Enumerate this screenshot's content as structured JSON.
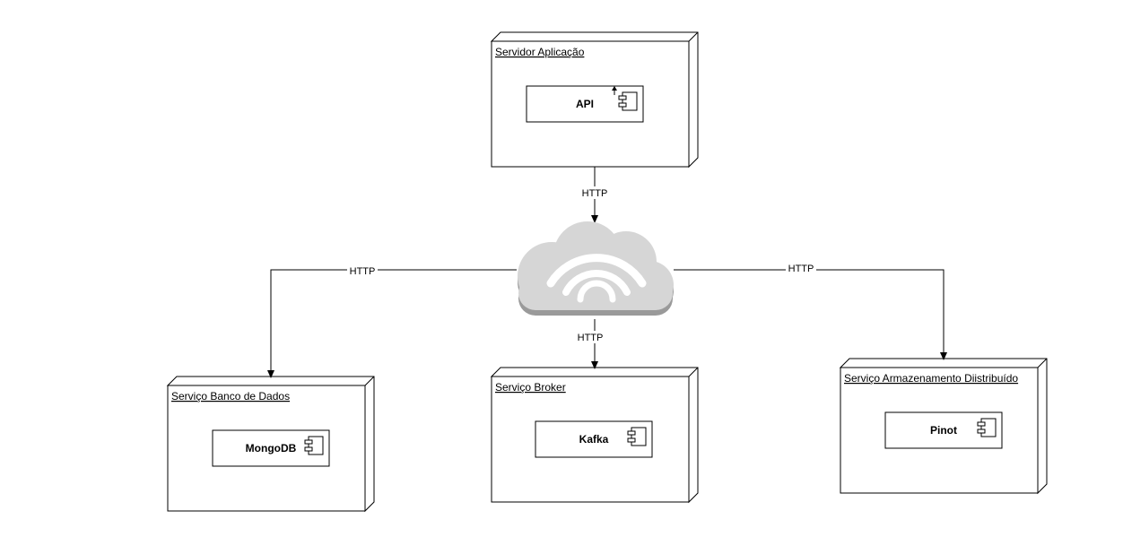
{
  "nodes": {
    "app_server": {
      "title": "Servidor Aplicação",
      "component": "API"
    },
    "db_service": {
      "title": "Serviço Banco de Dados",
      "component": "MongoDB"
    },
    "broker_service": {
      "title": "Serviço Broker",
      "component": "Kafka"
    },
    "storage_service": {
      "title": "Serviço Armazenamento Diistribuído",
      "component": "Pinot"
    }
  },
  "edges": {
    "top": "HTTP",
    "left": "HTTP",
    "right": "HTTP",
    "bottom": "HTTP"
  },
  "cloud": {
    "icon": "cloud-wifi-icon",
    "color": "#d6d6d6",
    "wave_color": "#ffffff"
  }
}
